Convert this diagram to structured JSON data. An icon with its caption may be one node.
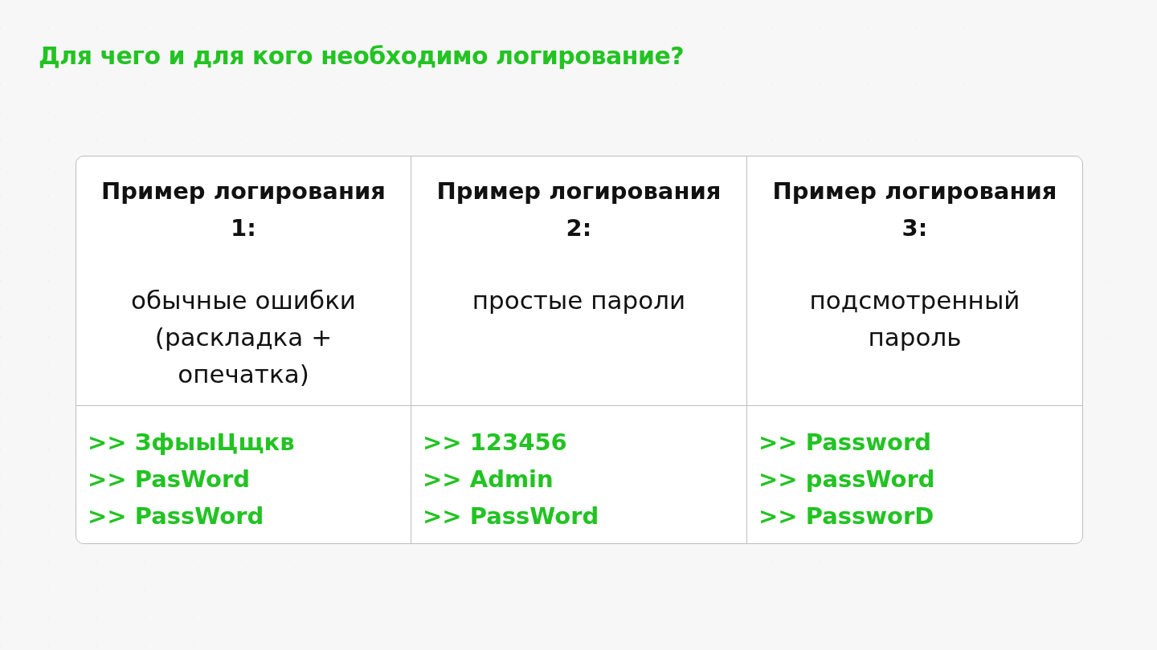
{
  "diagram": {
    "title": "Для чего и для кого необходимо  логирование?",
    "labels": [
      "Пример логирования 1:",
      "обычные ошибки (раскладка + опечатка)",
      "Пример логирования 2:",
      "простые пароли",
      "Пример логирования 3:",
      "подсмотренный пароль",
      ">> ЗфыыЦщкв",
      ">> PasWord",
      ">> PassWord",
      ">> 123456",
      ">> Admin",
      ">> PassWord",
      ">> Password",
      ">> passWord",
      ">> PassworD"
    ]
  }
}
